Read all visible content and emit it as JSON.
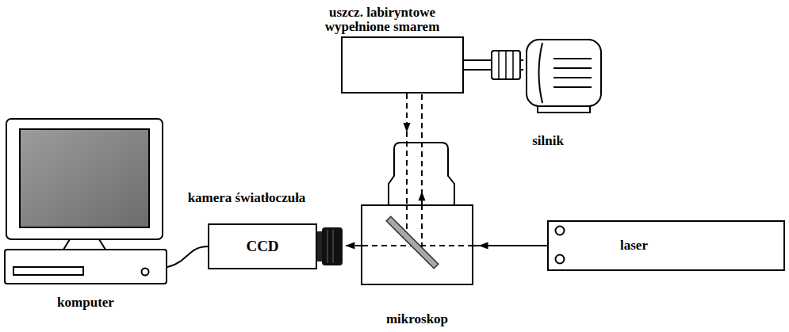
{
  "diagram": {
    "nodes": [
      {
        "text": [
          "uszcz. labiryntowe wypełnione smarem"
        ]
      },
      {
        "text": [
          "silnik"
        ]
      },
      {
        "text": [
          "komputer"
        ]
      },
      {
        "text": [
          "kamera światłoczuła",
          "CCD"
        ]
      },
      {
        "text": [
          "mikroskop"
        ]
      },
      {
        "text": [
          "laser"
        ]
      }
    ],
    "edges": [
      {
        "from": 5,
        "to": 4,
        "arrow": "to"
      },
      {
        "from": 4,
        "to": 3,
        "arrow": "to"
      },
      {
        "from": 3,
        "to": 2,
        "arrow": "none"
      },
      {
        "from": 0,
        "to": 1,
        "arrow": "none"
      },
      {
        "from": 4,
        "to": 0,
        "arrow": "to"
      },
      {
        "from": 0,
        "to": 4,
        "arrow": "to"
      }
    ]
  }
}
